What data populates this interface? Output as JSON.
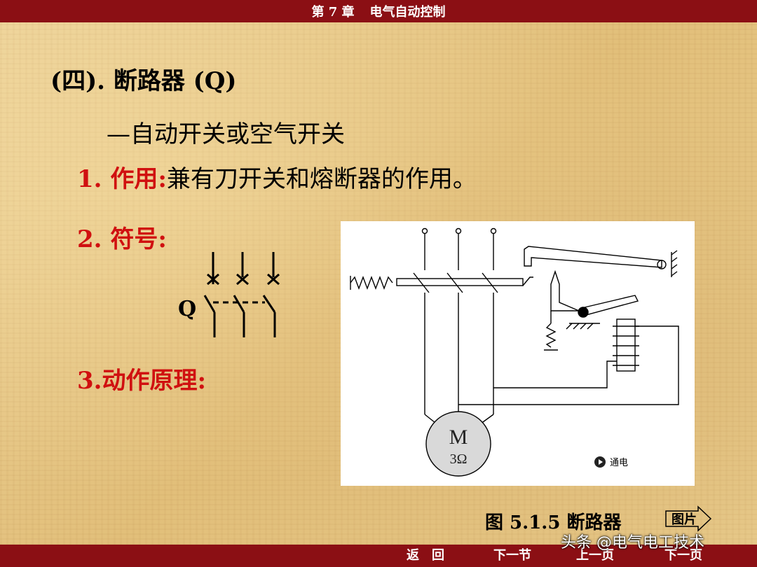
{
  "header": {
    "chapter": "第 7 章",
    "title": "电气自动控制"
  },
  "content": {
    "heading": "(四). 断路器 (Q)",
    "subtitle": "—自动开关或空气开关",
    "item1_label": "1. 作用:",
    "item1_text": "兼有刀开关和熔断器的作用。",
    "item2_label": "2. 符号:",
    "item3_label": "3.动作原理:",
    "symbol_label": "Q"
  },
  "diagram": {
    "motor_letter": "M",
    "motor_sub": "3Ω",
    "power_button": "通电"
  },
  "caption": "图 5.1.5   断路器",
  "picture_button": "图片",
  "nav": {
    "back": "返　回",
    "next_section": "下一节",
    "prev_page": "上一页",
    "next_page": "下一页"
  },
  "watermark": "头条 @电气电工技术",
  "colors": {
    "bar": "#8b0f14",
    "accent_text": "#d01010"
  }
}
